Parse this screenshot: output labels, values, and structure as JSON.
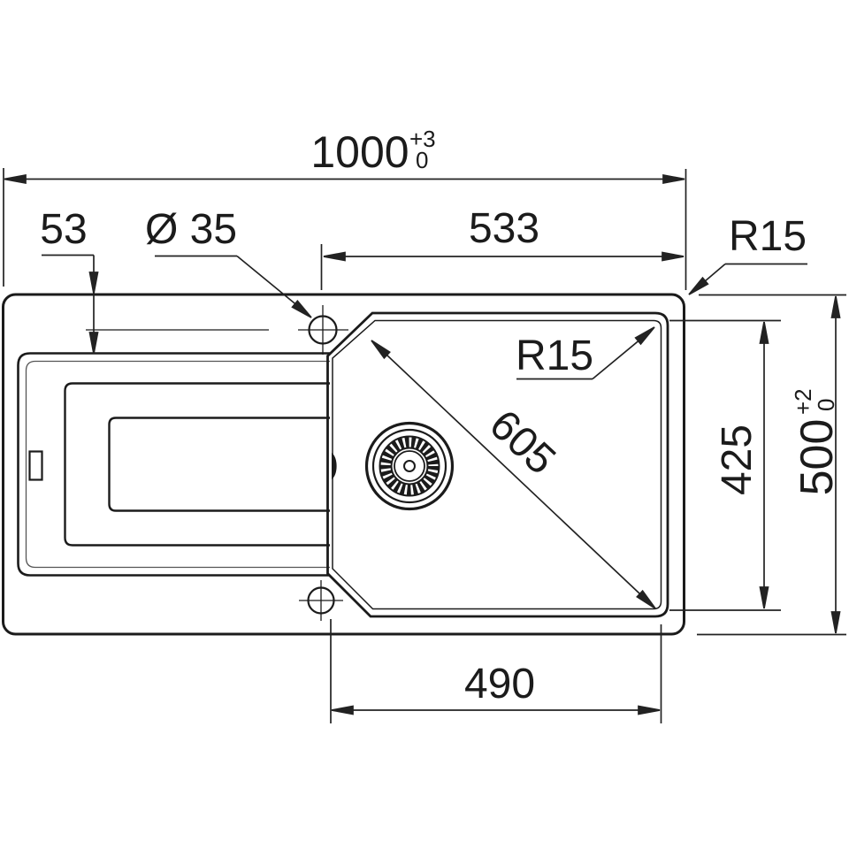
{
  "page": {
    "background": "#ffffff"
  },
  "drawing": {
    "type": "technical-dimension-drawing",
    "subject": "inset kitchen sink with drainer board and single bowl, top view",
    "line_color": "#1b1b1b",
    "dims": {
      "overall_width": "1000",
      "overall_width_tol_plus": "+3",
      "overall_width_tol_minus": "0",
      "overall_depth": "500",
      "overall_depth_tol_plus": "+2",
      "overall_depth_tol_minus": "0",
      "tap_hole_setback": "53",
      "tap_hole_diameter": "Ø 35",
      "bowl_top_offset": "533",
      "outer_corner_radius": "R15",
      "bowl_corner_radius": "R15",
      "bowl_diagonal": "605",
      "bowl_depth": "425",
      "bowl_width": "490"
    }
  }
}
